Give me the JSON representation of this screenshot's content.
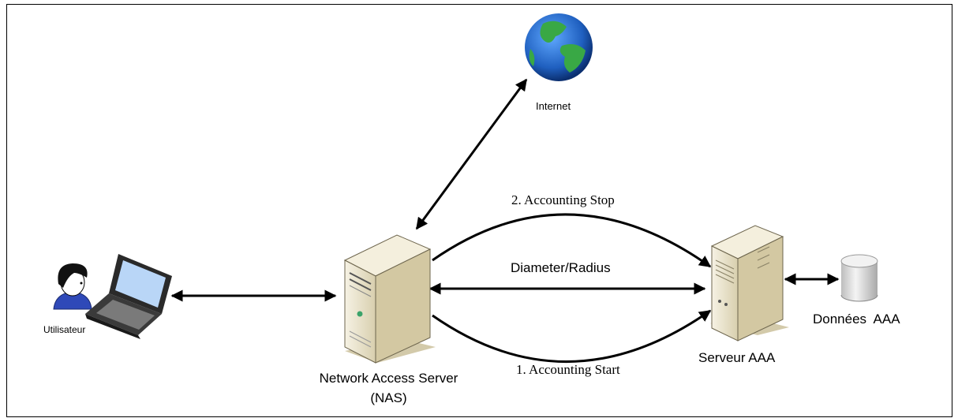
{
  "nodes": {
    "user": {
      "label": "Utilisateur",
      "icon": "user-icon"
    },
    "laptop": {
      "icon": "laptop-icon"
    },
    "nas": {
      "label_line1": "Network Access Server",
      "label_line2": "(NAS)",
      "icon": "server-icon"
    },
    "internet": {
      "label": "Internet",
      "icon": "globe-icon"
    },
    "aaa_server": {
      "label": "Serveur AAA",
      "icon": "server-icon"
    },
    "aaa_data": {
      "label": "Données  AAA",
      "icon": "database-icon"
    }
  },
  "edges": {
    "accounting_stop": "2. Accounting Stop",
    "diameter_radius": "Diameter/Radius",
    "accounting_start": "1. Accounting Start"
  },
  "colors": {
    "line": "#000000",
    "server_body": "#e9e3cf",
    "server_shadow": "#cfc5a4",
    "globe_ocean": "#1f5fbf",
    "globe_land": "#2e9b3b",
    "db_body": "#e6e6e6"
  }
}
